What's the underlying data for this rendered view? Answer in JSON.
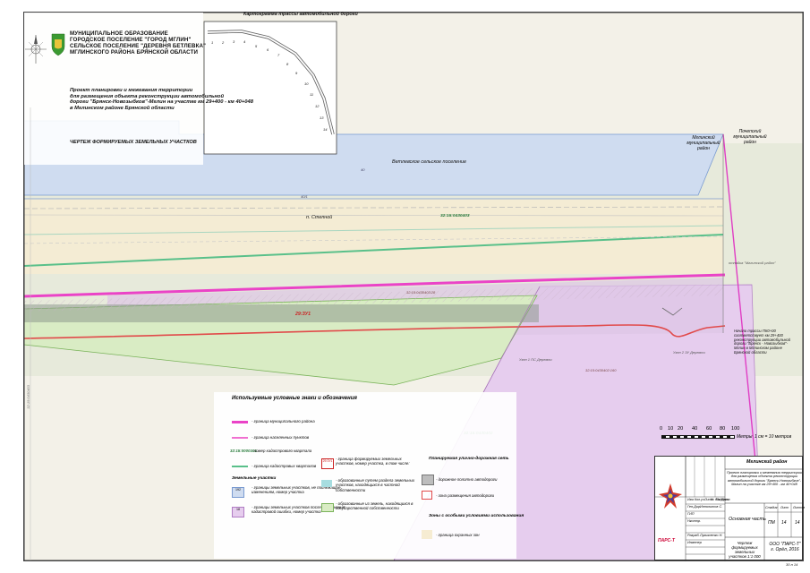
{
  "header": {
    "lines": [
      "МУНИЦИПАЛЬНОЕ ОБРАЗОВАНИЕ",
      "ГОРОДСКОЕ ПОСЕЛЕНИЕ \"ГОРОД МГЛИН\"",
      "СЕЛЬСКОЕ ПОСЕЛЕНИЕ \"ДЕРЕВНЯ БЕТЛЕВКА\"",
      "МГЛИНСКОГО РАЙОНА БРЯНСКОЙ ОБЛАСТИ"
    ]
  },
  "project_text": {
    "lines": [
      "Проект планировки и межевания территории",
      "для размещения объекта реконструкции автомобильной",
      "дороги \"Брянск-Новозыбков\"-Мглин на участке км 29+400 - км 40+048",
      "в Мглинском районе Брянской области"
    ]
  },
  "drawing_title": "ЧЕРТЕЖ ФОРМИРУЕМЫХ ЗЕМЕЛЬНЫХ УЧАСТКОВ",
  "inset": {
    "title": "Картограмма трассы автомобильной дороги",
    "ticks": [
      "1",
      "2",
      "3",
      "4",
      "5",
      "6",
      "7",
      "8",
      "9",
      "10",
      "11",
      "12",
      "13",
      "14"
    ]
  },
  "map_labels": {
    "settlement_top": "Ветлевское сельское поселение",
    "village": "п. Степной",
    "cadastral_quarter_1": "32:15:0430403",
    "cadastral_quarter_2": "32:15:0430402",
    "parcel_main": "29:ЗУ1",
    "parcel_small_1": "32:15:0430403:28",
    "parcel_small_2": "32:15:0430402:160",
    "parcel_top": "40",
    "parcel_line": "40/1",
    "muni_left": "Мглинский муниципальный район",
    "muni_right": "Почепский муниципальный район",
    "note": "Начало трассы ПК0+00 соответствует км 29+400 реконструкции автомобильной дороги \"Брянск - Новозыбков\"-Мглин в Мглинском районе Брянской области",
    "side_number": "32:15:0430403",
    "node_1": "Узел 1 ПС Деремни",
    "node_2": "Узел 2 ЗУ Деремни",
    "right_label": "отпайка \"Мглинский район\""
  },
  "legend": {
    "title": "Используемые условные знаки и обозначения",
    "items": {
      "muni_boundary": "- граница муниципального района",
      "settlement_boundary": "- граница населенных пунктов",
      "cad_quarter_label": "32:15:0000101",
      "cad_quarter": "- номер кадастрового квартала",
      "cad_quarter_boundary": "- граница кадастровых кварталов",
      "parcels_header": "Земельные участки",
      "parcel_existing_num": "192",
      "parcel_existing": "- границы земельных участков, не подлежащие изменениям, номер участка",
      "parcel_changed_num": "18",
      "parcel_changed": "- границы земельных участков после устранения кадастровой ошибки, номер участка",
      "formed_num": "29:ЗУ1",
      "formed": "- граница формируемых земельных участков, номер участка, в том числе:",
      "formed_a": "- образованные путем раздела земельных участков, находящихся в частной собственности",
      "formed_b": "- образованные из земель, находящихся в государственной собственности",
      "road_header": "Планируемая улично-дорожная сеть",
      "road_surface": "- дорожное полотно автодороги",
      "road_zone": "- зона размещения автодороги",
      "special_header": "Зоны с особыми условиями использования",
      "protect_zone": "- граница охранных зон"
    }
  },
  "scale": {
    "labels": [
      "0",
      "10",
      "20",
      "40",
      "60",
      "80",
      "100"
    ],
    "unit": "Метры",
    "ratio": "1 см = 10 метров"
  },
  "titleblock": {
    "district": "Мглинский район",
    "project": "Проект планировки и межевания территории для размещения объекта реконструкции автомобильной дороги \"Брянск-Новозыбков\"-Мглин на участке км 29+400 - км 40+048",
    "stage_h": "Стадия",
    "sheet_h": "Лист",
    "sheets_h": "Листов",
    "stage": "ПМ",
    "sheet": "14",
    "sheets": "14",
    "part": "Основная часть",
    "drawing": "Чертеж формируемых земельных участков 1:1 000",
    "company": "ООО \"ПАРС-Т\" г. Орёл, 2016",
    "logo_text": "ПАРС-Т",
    "rows": [
      "Изм.",
      "Кол.уч.",
      "Лист",
      "№ док.",
      "Подпись",
      "Дата"
    ],
    "roles": [
      "Ген.Дир.",
      "ГИП",
      "Нконтр.",
      "Разраб.",
      "Инженер"
    ],
    "names": [
      "Ипполитов С.",
      "",
      "",
      "Лукьяненко Н.",
      ""
    ]
  },
  "sheet_ref": "30 л 14"
}
